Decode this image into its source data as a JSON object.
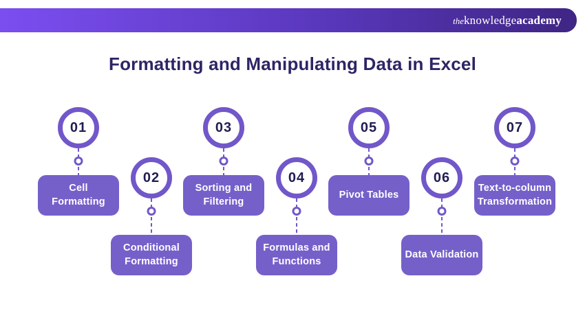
{
  "header": {
    "logo": {
      "the": "the",
      "knowledge": "knowledge",
      "academy": "academy"
    }
  },
  "title": "Formatting and Manipulating Data in Excel",
  "colors": {
    "bar_gradient_start": "#7b4ef0",
    "bar_gradient_end": "#3f2584",
    "accent_purple": "#7157c9",
    "box_purple": "#7560ca",
    "title_color": "#2d2566",
    "number_color": "#211c52",
    "box_text_color": "#ffffff"
  },
  "items": [
    {
      "number": "01",
      "label": "Cell\nFormatting",
      "row": "top"
    },
    {
      "number": "02",
      "label": "Conditional\nFormatting",
      "row": "bottom"
    },
    {
      "number": "03",
      "label": "Sorting and\nFiltering",
      "row": "top"
    },
    {
      "number": "04",
      "label": "Formulas and\nFunctions",
      "row": "bottom"
    },
    {
      "number": "05",
      "label": "Pivot Tables",
      "row": "top"
    },
    {
      "number": "06",
      "label": "Data Validation",
      "row": "bottom"
    },
    {
      "number": "07",
      "label": "Text-to-column\nTransformation",
      "row": "top"
    }
  ]
}
